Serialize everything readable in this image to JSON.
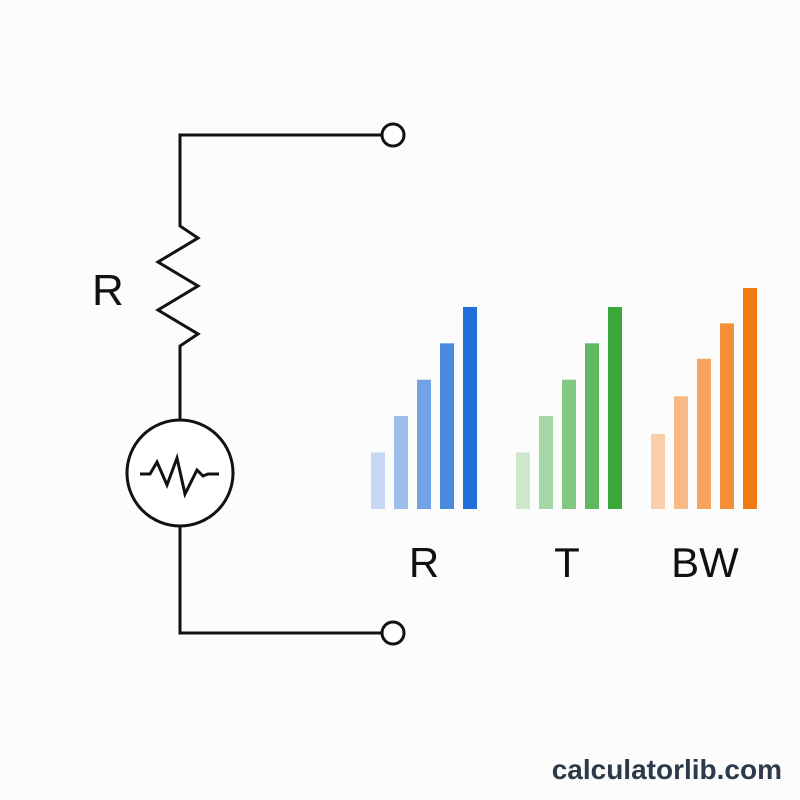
{
  "diagram": {
    "resistor_label": "R",
    "colors": {
      "blue": "#1f6fd6",
      "green": "#3aa83a",
      "orange": "#f27a12",
      "line": "#111111"
    },
    "bar_groups": [
      {
        "label": "R",
        "color": "#1f6fd6",
        "bars": [
          0.28,
          0.46,
          0.64,
          0.82,
          1.0
        ]
      },
      {
        "label": "T",
        "color": "#3aa83a",
        "bars": [
          0.28,
          0.46,
          0.64,
          0.82,
          1.0
        ]
      },
      {
        "label": "BW",
        "color": "#f27a12",
        "bars": [
          0.34,
          0.51,
          0.68,
          0.84,
          1.0
        ]
      }
    ]
  },
  "footer": {
    "site": "calculatorlib.com"
  }
}
